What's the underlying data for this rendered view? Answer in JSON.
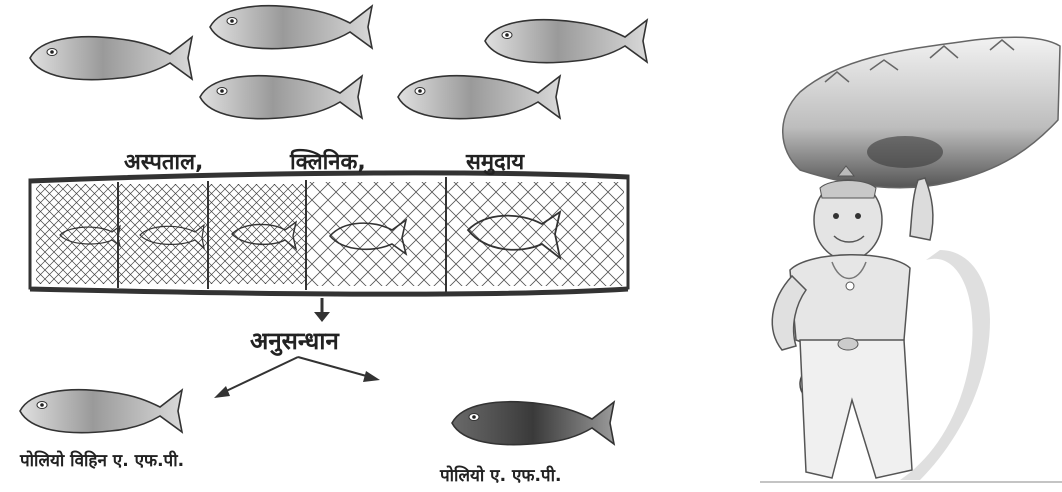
{
  "categories": [
    "अस्पताल,",
    "क्लिनिक,",
    "समुदाय"
  ],
  "research_label": "अनुसन्धान",
  "outcomes": {
    "left": "पोलियो विहिन ए. एफ.पी.",
    "right": "पोलियो ए. एफ.पी."
  },
  "colors": {
    "fish_light": "#a9a9a9",
    "fish_dark": "#4a4a4a",
    "outline": "#333333",
    "text": "#222222"
  },
  "icons": [
    "fish-icon",
    "net-icon",
    "arrow-down-icon",
    "arrow-left-icon",
    "arrow-right-icon",
    "hanuman-illustration"
  ]
}
